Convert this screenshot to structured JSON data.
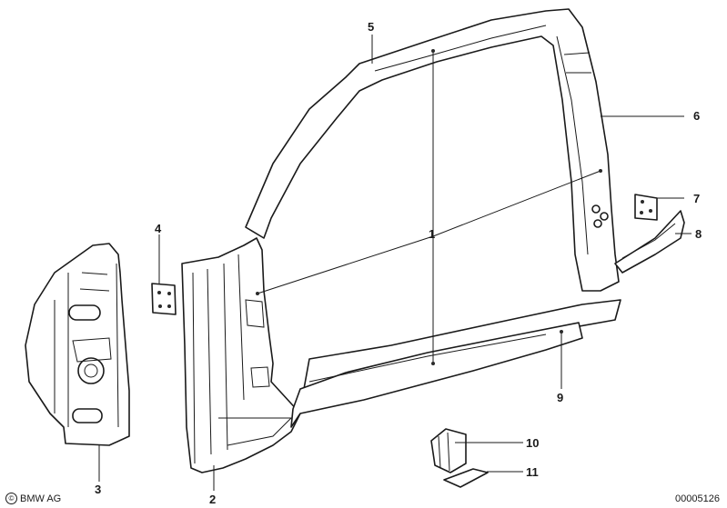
{
  "labels": {
    "p1": "1",
    "p2": "2",
    "p3": "3",
    "p4": "4",
    "p5": "5",
    "p6": "6",
    "p7": "7",
    "p8": "8",
    "p9": "9",
    "p10": "10",
    "p11": "11"
  },
  "footer": {
    "copyright_symbol": "©",
    "copyright": "BMW AG",
    "doc_number": "00005126"
  }
}
